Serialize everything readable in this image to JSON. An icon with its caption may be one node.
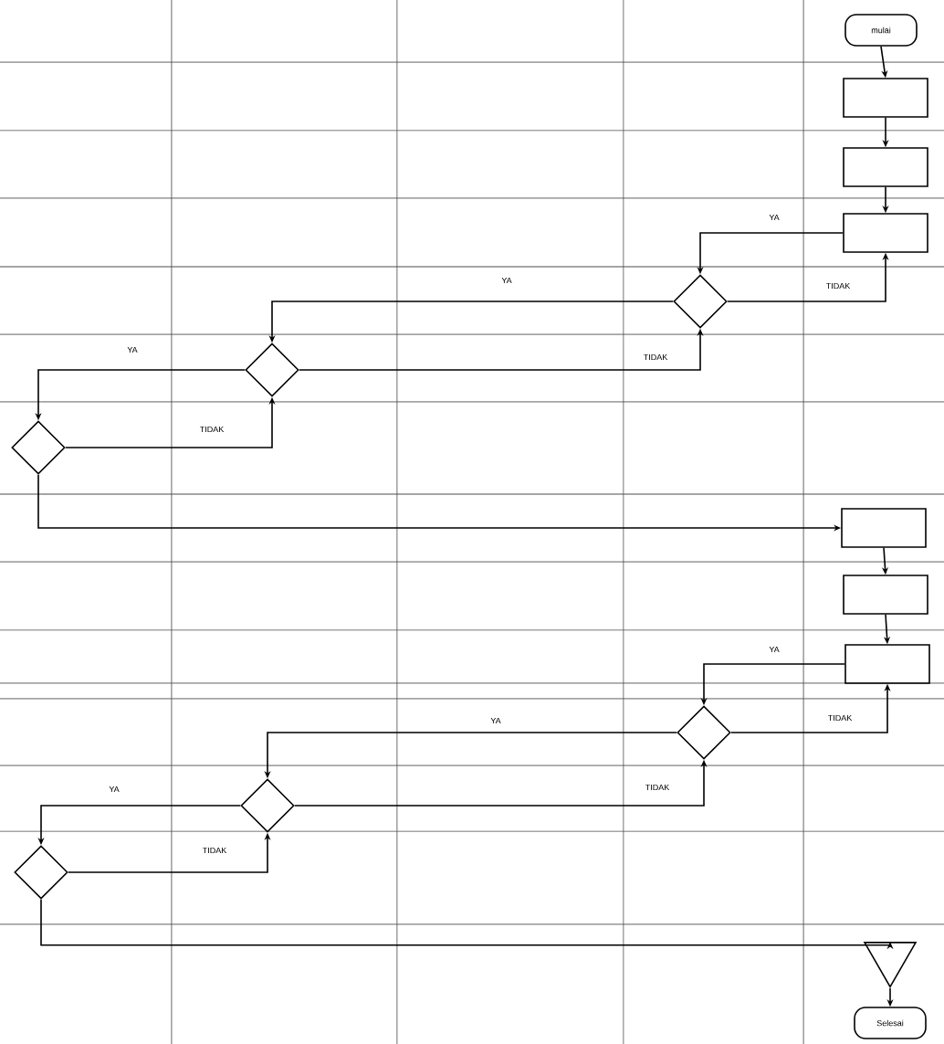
{
  "diagram": {
    "nodes": [
      {
        "text": [
          "mulai"
        ]
      },
      {
        "text": [],
        "shape": "box"
      },
      {
        "text": [],
        "shape": "box"
      },
      {
        "text": [],
        "shape": "box"
      },
      {
        "text": [],
        "shape": "diamond"
      },
      {
        "text": [],
        "shape": "diamond"
      },
      {
        "text": [],
        "shape": "diamond"
      },
      {
        "text": [],
        "shape": "box"
      },
      {
        "text": [],
        "shape": "box"
      },
      {
        "text": [],
        "shape": "box"
      },
      {
        "text": [],
        "shape": "diamond"
      },
      {
        "text": [],
        "shape": "diamond"
      },
      {
        "text": [],
        "shape": "diamond"
      },
      {
        "text": [],
        "shape": "triangle"
      },
      {
        "text": [
          "Selesai"
        ]
      }
    ],
    "edges": [
      {
        "from": 0,
        "to": 1,
        "arrow": "to"
      },
      {
        "from": 1,
        "to": 2,
        "arrow": "to"
      },
      {
        "from": 2,
        "to": 3,
        "arrow": "to"
      },
      {
        "from": 3,
        "to": 4,
        "arrow": "to",
        "label": "YA"
      },
      {
        "from": 4,
        "to": 3,
        "arrow": "to",
        "label": "TIDAK"
      },
      {
        "from": 4,
        "to": 5,
        "arrow": "to",
        "label": "YA"
      },
      {
        "from": 5,
        "to": 4,
        "arrow": "to",
        "label": "TIDAK"
      },
      {
        "from": 5,
        "to": 6,
        "arrow": "to",
        "label": "YA"
      },
      {
        "from": 6,
        "to": 5,
        "arrow": "to",
        "label": "TIDAK"
      },
      {
        "from": 6,
        "to": 7,
        "arrow": "to"
      },
      {
        "from": 7,
        "to": 8,
        "arrow": "to"
      },
      {
        "from": 8,
        "to": 9,
        "arrow": "to"
      },
      {
        "from": 9,
        "to": 10,
        "arrow": "to",
        "label": "YA"
      },
      {
        "from": 10,
        "to": 9,
        "arrow": "to",
        "label": "TIDAK"
      },
      {
        "from": 10,
        "to": 11,
        "arrow": "to",
        "label": "YA"
      },
      {
        "from": 11,
        "to": 10,
        "arrow": "to",
        "label": "TIDAK"
      },
      {
        "from": 11,
        "to": 12,
        "arrow": "to",
        "label": "YA"
      },
      {
        "from": 12,
        "to": 11,
        "arrow": "to",
        "label": "TIDAK"
      },
      {
        "from": 12,
        "to": 13,
        "arrow": "to"
      },
      {
        "from": 13,
        "to": 14,
        "arrow": "to"
      }
    ]
  }
}
